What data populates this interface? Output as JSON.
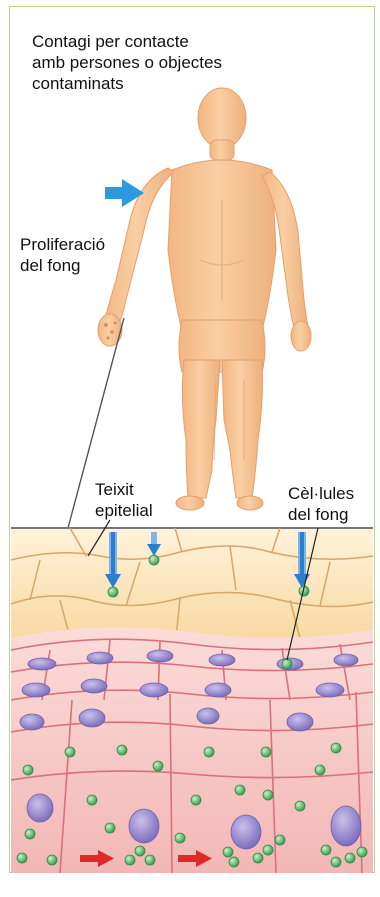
{
  "labels": {
    "contagion": "Contagi per contacte\namb persones o objectes\ncontaminats",
    "proliferation": "Proliferació\ndel fong",
    "tissue": "Teixit\nepitelial",
    "fungal_cells": "Cèl·lules\ndel fong"
  },
  "colors": {
    "frame": "#b9d98a",
    "skin": "#f7c79a",
    "skin_shadow": "#e9a974",
    "epidermis": "#fde6bf",
    "epidermis_lines": "#d8a86a",
    "dermis": "#f6c9c6",
    "dermis_lines": "#d9707a",
    "nucleus": "#8e82c4",
    "fungal_cell": "#4fb86a",
    "blue_arrow": "#2a7fd0",
    "red_arrow": "#e02a2a"
  },
  "icons": [
    "blue-arrow-icon",
    "red-arrow-icon",
    "fungal-cell-icon",
    "human-figure"
  ]
}
